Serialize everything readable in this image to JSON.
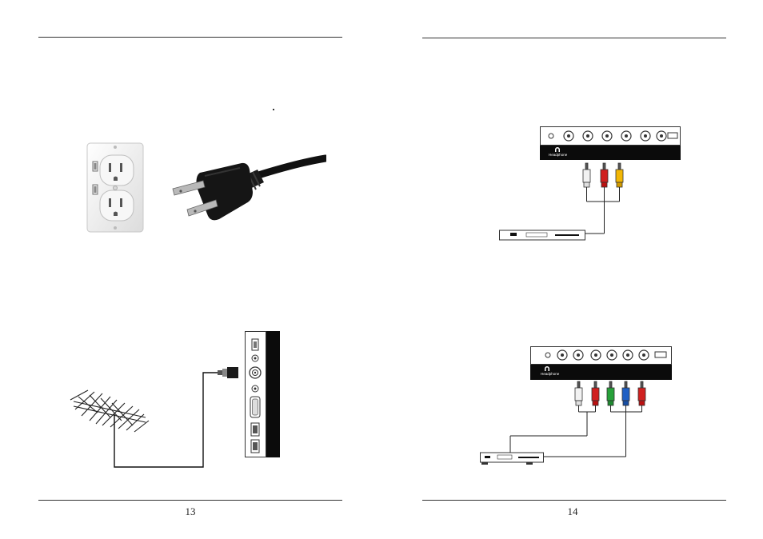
{
  "left_page": {
    "page_number": "13",
    "figures": [
      "wall-outlet-with-usb",
      "power-plug",
      "antenna-to-tv-rf-input"
    ]
  },
  "right_page": {
    "page_number": "14",
    "panel_top": {
      "headphone_label": "Headphone"
    },
    "panel_bottom": {
      "headphone_label": "Headphone"
    }
  },
  "colors": {
    "rca_white": "#f2f2f2",
    "rca_red": "#d0201f",
    "rca_yellow": "#f2b705",
    "rca_green": "#27a13a",
    "rca_blue": "#1f5fc4",
    "panel_black": "#0b0b0b"
  }
}
